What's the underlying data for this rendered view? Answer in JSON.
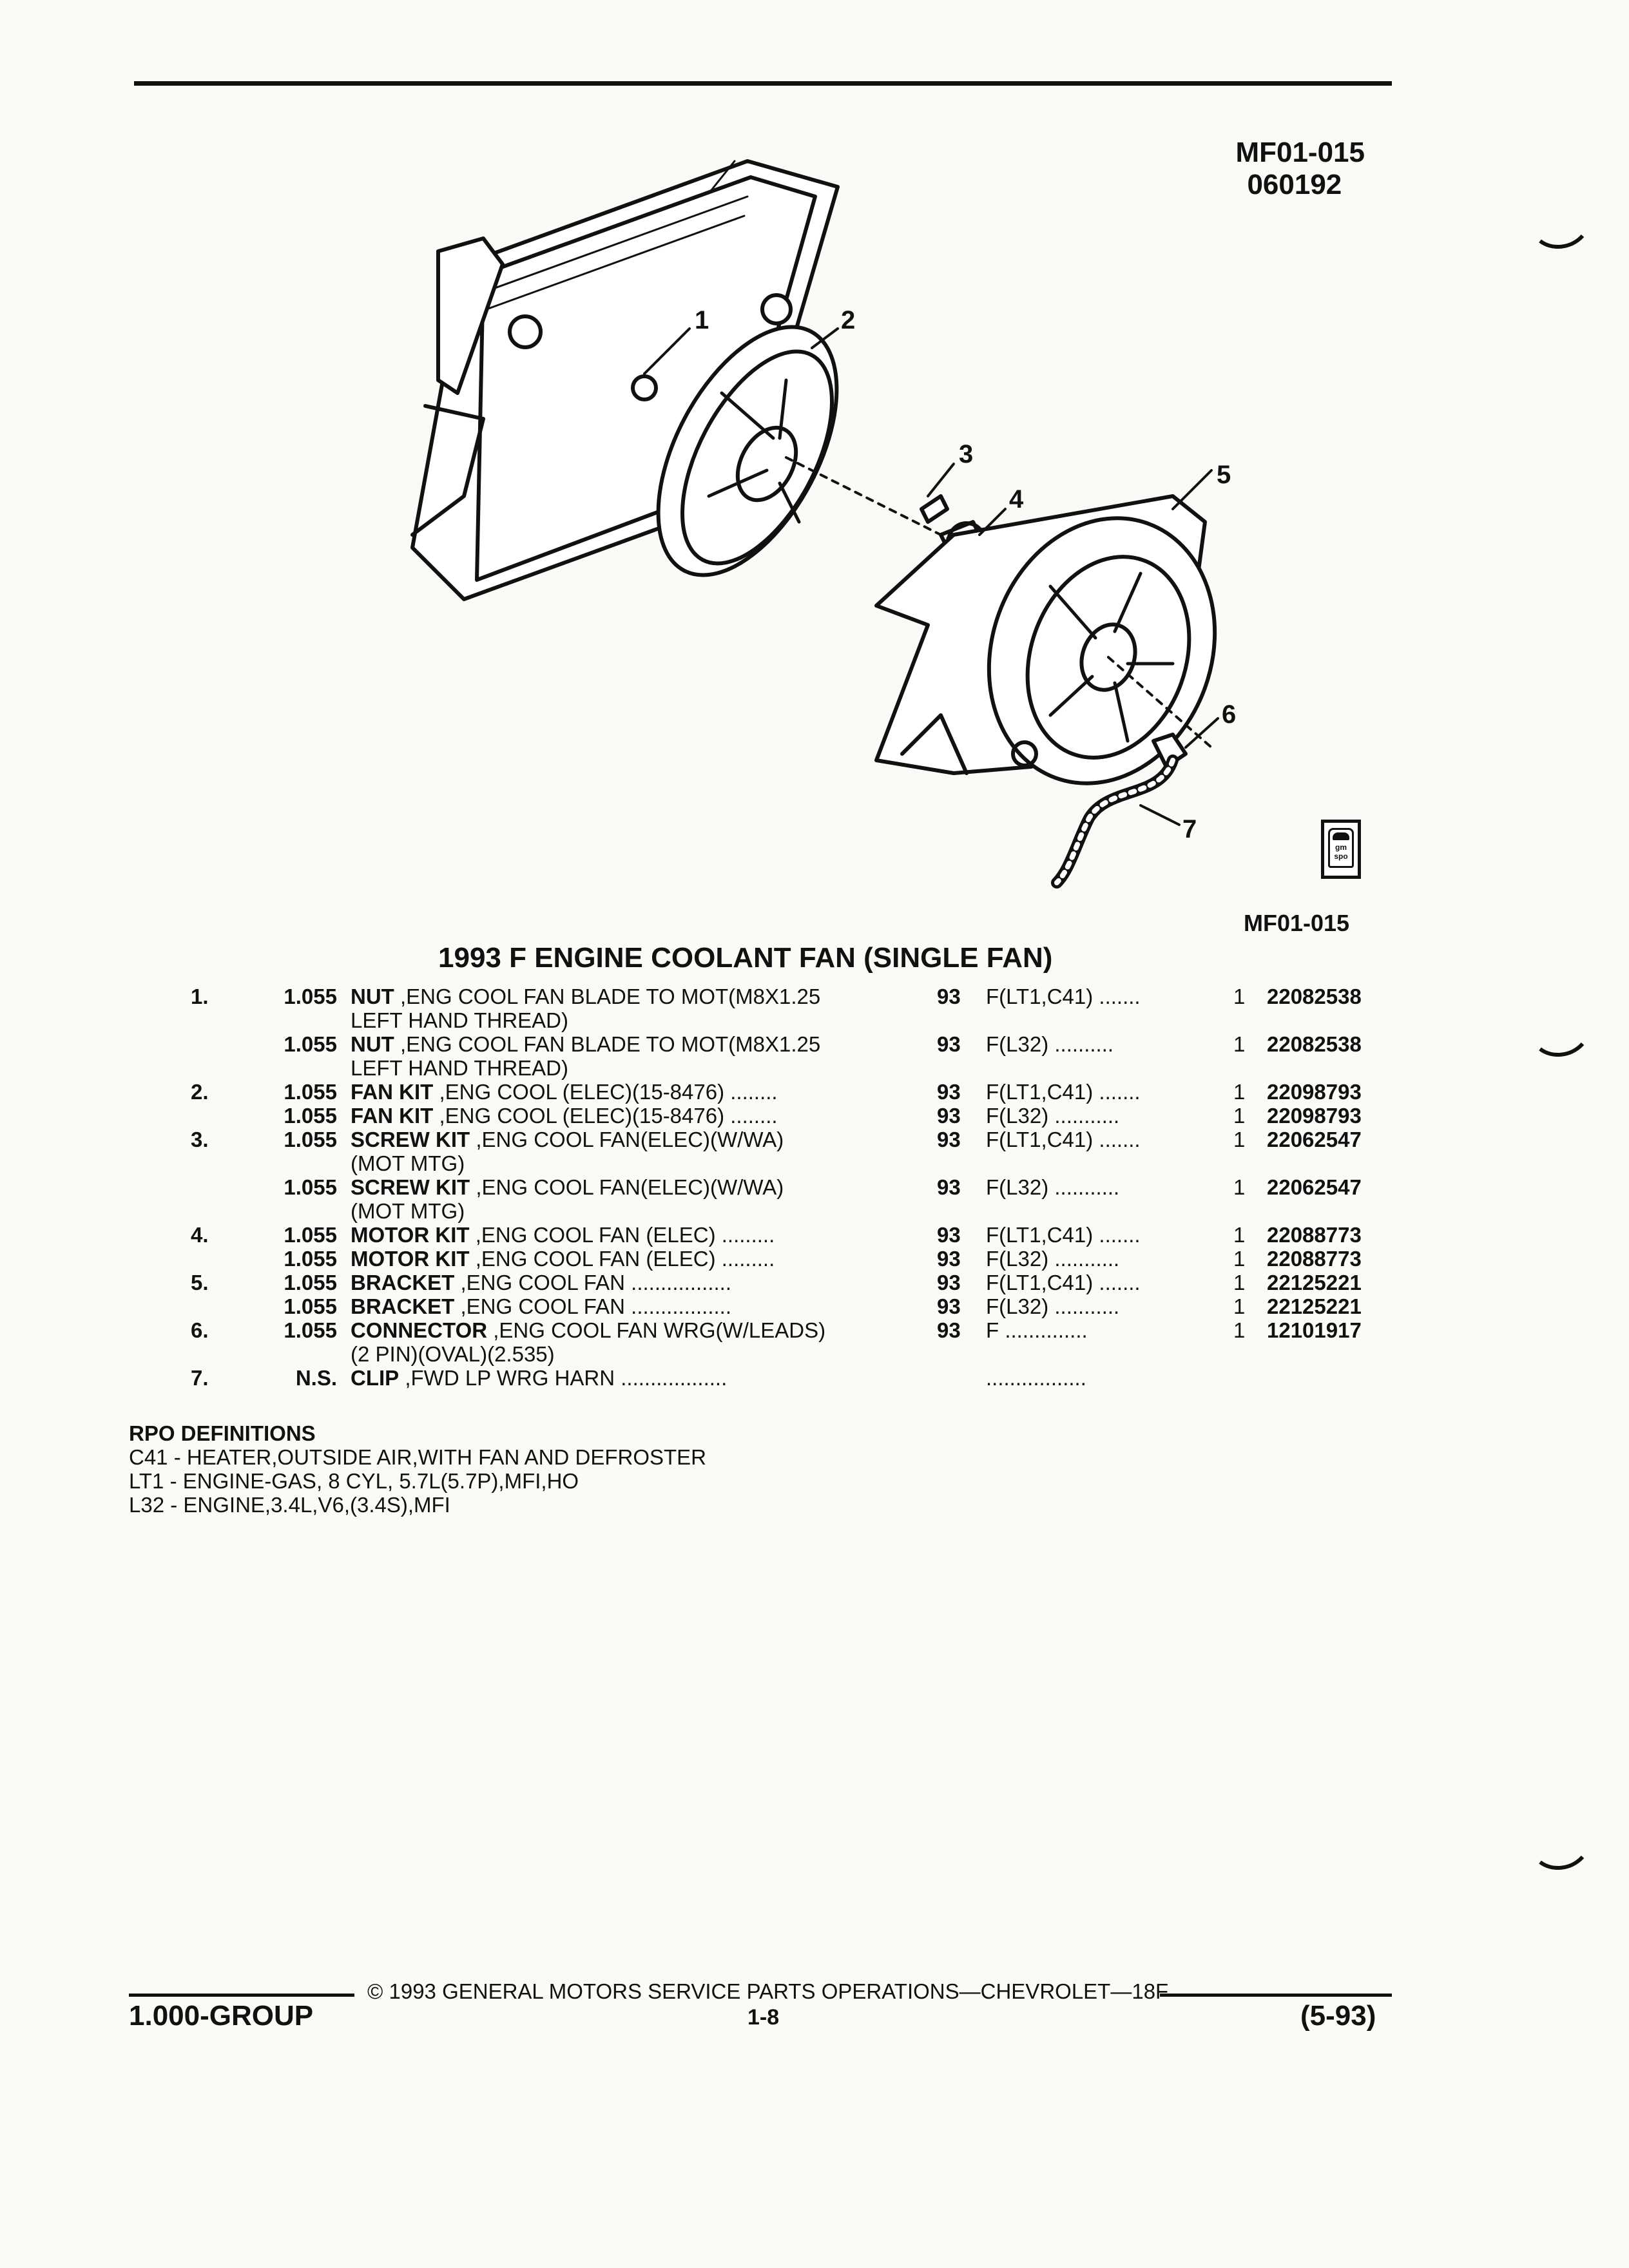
{
  "figure": {
    "code": "MF01-015",
    "date": "060192",
    "ref": "MF01-015",
    "logo_text": "gm spo"
  },
  "callouts": [
    "1",
    "2",
    "3",
    "4",
    "5",
    "6",
    "7"
  ],
  "title": "1993 F ENGINE COOLANT FAN (SINGLE FAN)",
  "parts": [
    {
      "item": "1.",
      "group": "1.055",
      "name": "NUT",
      "desc": " ,ENG COOL FAN BLADE TO MOT(M8X1.25",
      "desc2": "LEFT HAND THREAD)",
      "year": "93",
      "usage": "F(LT1,C41) .......",
      "qty": "1",
      "pn": "22082538"
    },
    {
      "item": "",
      "group": "1.055",
      "name": "NUT",
      "desc": " ,ENG COOL FAN BLADE TO MOT(M8X1.25",
      "desc2": "LEFT HAND THREAD)",
      "year": "93",
      "usage": "F(L32) ..........",
      "qty": "1",
      "pn": "22082538"
    },
    {
      "item": "2.",
      "group": "1.055",
      "name": "FAN KIT",
      "desc": " ,ENG COOL (ELEC)(15-8476) ........",
      "desc2": "",
      "year": "93",
      "usage": "F(LT1,C41) .......",
      "qty": "1",
      "pn": "22098793"
    },
    {
      "item": "",
      "group": "1.055",
      "name": "FAN KIT",
      "desc": " ,ENG COOL (ELEC)(15-8476) ........",
      "desc2": "",
      "year": "93",
      "usage": "F(L32) ...........",
      "qty": "1",
      "pn": "22098793"
    },
    {
      "item": "3.",
      "group": "1.055",
      "name": "SCREW KIT",
      "desc": " ,ENG COOL FAN(ELEC)(W/WA)",
      "desc2": "(MOT MTG)",
      "year": "93",
      "usage": "F(LT1,C41) .......",
      "qty": "1",
      "pn": "22062547"
    },
    {
      "item": "",
      "group": "1.055",
      "name": "SCREW KIT",
      "desc": " ,ENG COOL FAN(ELEC)(W/WA)",
      "desc2": "(MOT MTG)",
      "year": "93",
      "usage": "F(L32) ...........",
      "qty": "1",
      "pn": "22062547"
    },
    {
      "item": "4.",
      "group": "1.055",
      "name": "MOTOR KIT",
      "desc": " ,ENG COOL FAN (ELEC) .........",
      "desc2": "",
      "year": "93",
      "usage": "F(LT1,C41) .......",
      "qty": "1",
      "pn": "22088773"
    },
    {
      "item": "",
      "group": "1.055",
      "name": "MOTOR KIT",
      "desc": " ,ENG COOL FAN (ELEC) .........",
      "desc2": "",
      "year": "93",
      "usage": "F(L32) ...........",
      "qty": "1",
      "pn": "22088773"
    },
    {
      "item": "5.",
      "group": "1.055",
      "name": "BRACKET",
      "desc": " ,ENG COOL FAN .................",
      "desc2": "",
      "year": "93",
      "usage": "F(LT1,C41) .......",
      "qty": "1",
      "pn": "22125221"
    },
    {
      "item": "",
      "group": "1.055",
      "name": "BRACKET",
      "desc": " ,ENG COOL FAN .................",
      "desc2": "",
      "year": "93",
      "usage": "F(L32) ...........",
      "qty": "1",
      "pn": "22125221"
    },
    {
      "item": "6.",
      "group": "1.055",
      "name": "CONNECTOR",
      "desc": " ,ENG COOL FAN WRG(W/LEADS)",
      "desc2": "(2 PIN)(OVAL)(2.535)",
      "year": "93",
      "usage": "F ..............",
      "qty": "1",
      "pn": "12101917"
    },
    {
      "item": "7.",
      "group": "N.S.",
      "name": "CLIP",
      "desc": " ,FWD LP WRG HARN ..................",
      "desc2": "",
      "year": "",
      "usage": ".................",
      "qty": "",
      "pn": ""
    }
  ],
  "rpo": {
    "heading": "RPO DEFINITIONS",
    "lines": [
      "C41 - HEATER,OUTSIDE AIR,WITH FAN AND DEFROSTER",
      "LT1 - ENGINE-GAS, 8 CYL, 5.7L(5.7P),MFI,HO",
      "L32 - ENGINE,3.4L,V6,(3.4S),MFI"
    ]
  },
  "footer": {
    "copyright": "© 1993 GENERAL MOTORS SERVICE PARTS OPERATIONS—CHEVROLET—18F",
    "group": "1.000-GROUP",
    "page": "1-8",
    "revision": "(5-93)"
  }
}
